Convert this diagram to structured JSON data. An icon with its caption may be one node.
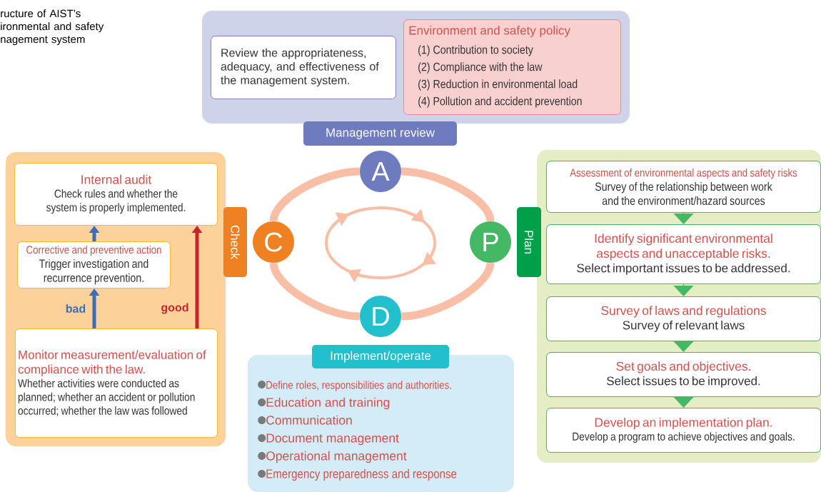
{
  "diagram": {
    "title": "ructure of AIST’s ironmental and safety nagement system",
    "nodes": [
      {
        "text": [
          "Management review"
        ]
      },
      {
        "text": [
          "Review the appropriateness, adequacy, and effectiveness of the management system."
        ],
        "in": 0
      },
      {
        "text": [
          "Environment and safety policy",
          "(1) Contribution to society",
          "(2) Compliance with the law",
          "(3) Reduction in environmental load",
          "(4) Pollution and accident prevention"
        ],
        "in": 0
      },
      {
        "text": [
          "A"
        ]
      },
      {
        "text": [
          "C"
        ]
      },
      {
        "text": [
          "P"
        ]
      },
      {
        "text": [
          "D"
        ]
      },
      {
        "text": [
          "Check"
        ]
      },
      {
        "text": [
          "Internal audit",
          "Check rules and whether the system is properly implemented."
        ],
        "in": 7
      },
      {
        "text": [
          "Corrective and preventive action",
          "Trigger investigation and recurrence prevention."
        ],
        "in": 7
      },
      {
        "text": [
          "Monitor measurement/evaluation of compliance with the law.",
          "Whether activities were conducted as planned; whether an accident or pollution occurred; whether the law was followed"
        ],
        "in": 7
      },
      {
        "text": [
          "Plan"
        ]
      },
      {
        "text": [
          "Assessment of environmental aspects and safety risks",
          "Survey of the relationship between work and the environment/hazard sources"
        ],
        "in": 11
      },
      {
        "text": [
          "Identify significant environmental aspects and unacceptable risks.",
          "Select important issues to be addressed."
        ],
        "in": 11
      },
      {
        "text": [
          "Survey of laws and regulations",
          "Survey of relevant laws"
        ],
        "in": 11
      },
      {
        "text": [
          "Set goals and objectives.",
          "Select issues to be improved."
        ],
        "in": 11
      },
      {
        "text": [
          "Develop an implementation plan.",
          "Develop a program to achieve objectives and goals."
        ],
        "in": 11
      },
      {
        "text": [
          "Implement/operate",
          "Define roles, responsibilities and authorities.",
          "Education and training",
          "Communication",
          "Document management",
          "Operational management",
          "Emergency preparedness and response"
        ]
      }
    ],
    "edges": [
      {
        "from": 3,
        "to": 5,
        "arrow": "none",
        "style": "thick"
      },
      {
        "from": 5,
        "to": 6,
        "arrow": "none",
        "style": "thick"
      },
      {
        "from": 6,
        "to": 4,
        "arrow": "none",
        "style": "thick"
      },
      {
        "from": 4,
        "to": 3,
        "arrow": "none",
        "style": "thick"
      },
      {
        "from": 10,
        "to": 9,
        "arrow": "to",
        "label": "bad",
        "color": "#3a6db5"
      },
      {
        "from": 9,
        "to": 8,
        "arrow": "to",
        "color": "#3a6db5"
      },
      {
        "from": 10,
        "to": 8,
        "arrow": "to",
        "label": "good",
        "color": "#c8242b"
      },
      {
        "from": 12,
        "to": 13,
        "arrow": "to",
        "color": "#45b866"
      },
      {
        "from": 13,
        "to": 14,
        "arrow": "to",
        "color": "#45b866"
      },
      {
        "from": 14,
        "to": 15,
        "arrow": "to",
        "color": "#45b866"
      },
      {
        "from": 15,
        "to": 16,
        "arrow": "to",
        "color": "#45b866"
      }
    ]
  }
}
